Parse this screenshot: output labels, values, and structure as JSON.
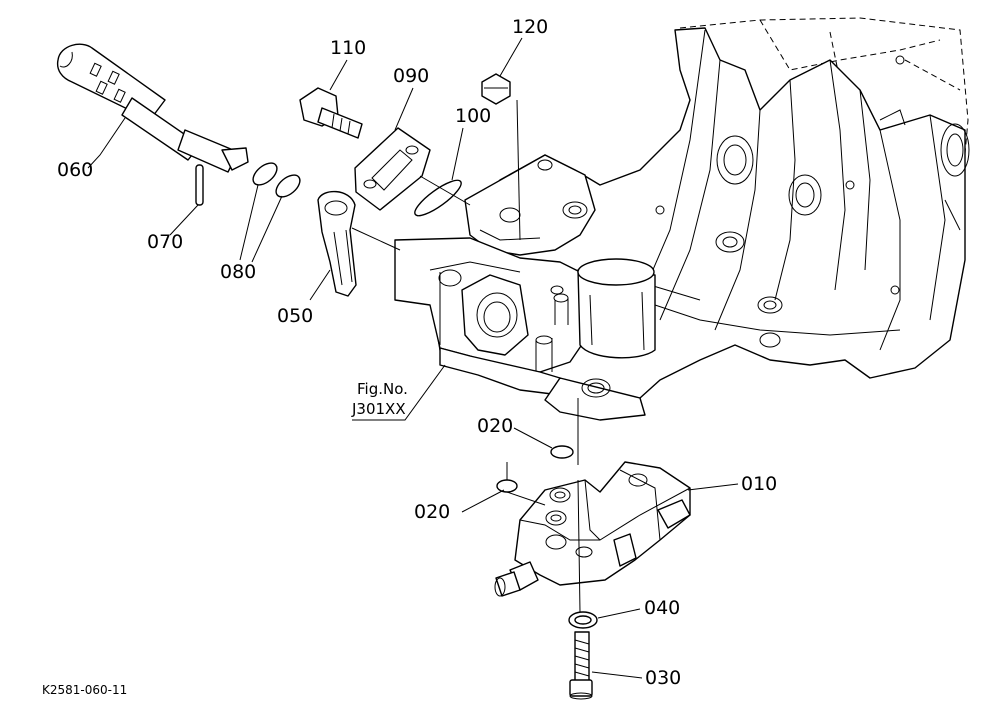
{
  "drawing_code": "K2581-060-11",
  "figure_ref": {
    "line1": "Fig.No.",
    "line2": "J301XX"
  },
  "labels": {
    "p110": "110",
    "p120": "120",
    "p090": "090",
    "p100": "100",
    "p060": "060",
    "p070": "070",
    "p080": "080",
    "p050": "050",
    "p020a": "020",
    "p020b": "020",
    "p010": "010",
    "p040": "040",
    "p030": "030"
  }
}
